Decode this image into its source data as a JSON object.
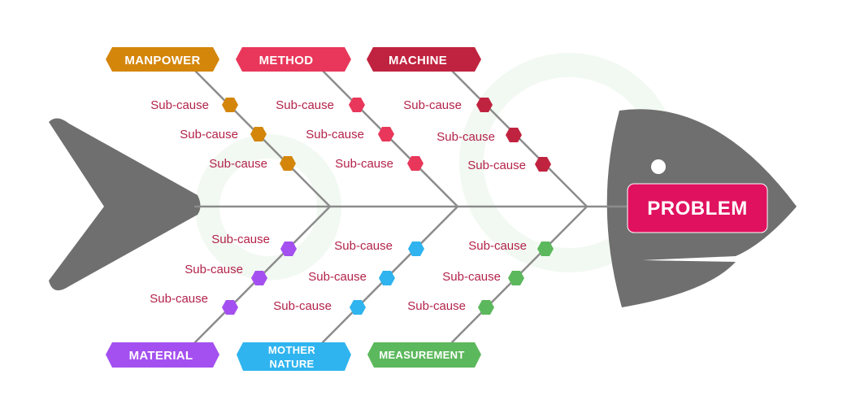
{
  "problem": {
    "label": "PROBLEM",
    "color": "#e0125f"
  },
  "fish_color": "#6f6f6f",
  "bone_color": "#8c8c8c",
  "sub_label_color": "#b3234a",
  "categories": [
    {
      "label": "MANPOWER",
      "color": "#d4860b",
      "sub_causes": [
        "Sub-cause",
        "Sub-cause",
        "Sub-cause"
      ]
    },
    {
      "label": "METHOD",
      "color": "#e8375a",
      "sub_causes": [
        "Sub-cause",
        "Sub-cause",
        "Sub-cause"
      ]
    },
    {
      "label": "MACHINE",
      "color": "#c0233f",
      "sub_causes": [
        "Sub-cause",
        "Sub-cause",
        "Sub-cause"
      ]
    },
    {
      "label": "MATERIAL",
      "color": "#a450f0",
      "sub_causes": [
        "Sub-cause",
        "Sub-cause",
        "Sub-cause"
      ]
    },
    {
      "label_lines": [
        "MOTHER",
        "NATURE"
      ],
      "color": "#2fb4ef",
      "sub_causes": [
        "Sub-cause",
        "Sub-cause",
        "Sub-cause"
      ]
    },
    {
      "label": "MEASUREMENT",
      "color": "#5cb85c",
      "sub_causes": [
        "Sub-cause",
        "Sub-cause",
        "Sub-cause"
      ]
    }
  ]
}
